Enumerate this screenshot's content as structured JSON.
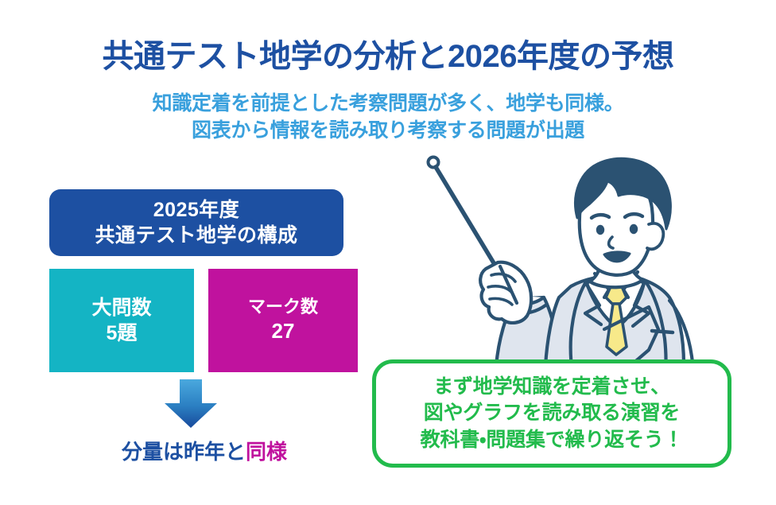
{
  "header": {
    "title": "共通テスト地学の分析と2026年度の予想",
    "subtitle_line1": "知識定着を前提とした考察問題が多く、地学も同様。",
    "subtitle_line2": "図表から情報を読み取り考察する問題が出題"
  },
  "structure_panel": {
    "heading_line1": "2025年度",
    "heading_line2": "共通テスト地学の構成",
    "stats": [
      {
        "label": "大問数",
        "value": "5題",
        "color": "#14b4c4"
      },
      {
        "label": "マーク数",
        "value": "27",
        "color": "#c0129e"
      }
    ],
    "arrow_icon": "down-arrow-icon",
    "conclusion_prefix": "分量は昨年と",
    "conclusion_highlight": "同様"
  },
  "advice_callout": {
    "line1": "まず地学知識を定着させ、",
    "line2": "図やグラフを読み取る演習を",
    "line3": "教科書・問題集で繰り返そう！"
  },
  "illustration": {
    "name": "teacher-with-pointer-illustration",
    "alt": "スーツを着た男性講師が指し棒を持っているイラスト"
  },
  "colors": {
    "title_blue": "#1d50a2",
    "subtitle_blue": "#39a0dd",
    "teal": "#14b4c4",
    "magenta": "#c0129e",
    "green": "#22bb4c",
    "arrow_top": "#3ea4dd",
    "arrow_bottom": "#1a4fa0",
    "ink_navy": "#2b5272",
    "suit_gray": "#dfe5ee",
    "tie_yellow": "#f7e98a",
    "skin": "#ffffff",
    "background": "#ffffff"
  }
}
